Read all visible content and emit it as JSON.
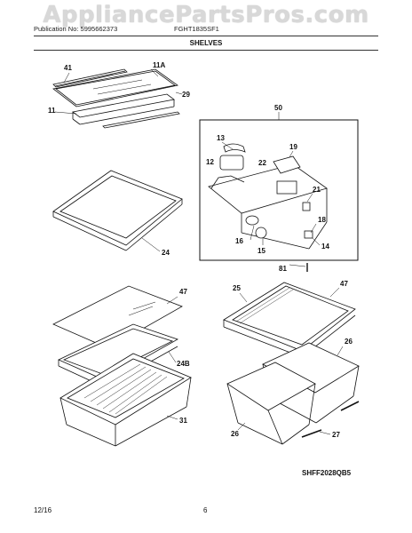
{
  "watermark": "AppliancePartsPros.com",
  "header": {
    "publication": "Publication No: 5995662373",
    "model": "FGHT1835SF1",
    "section": "SHELVES"
  },
  "callouts": [
    "41",
    "11A",
    "29",
    "11",
    "50",
    "13",
    "19",
    "12",
    "22",
    "21",
    "18",
    "16",
    "15",
    "14",
    "81",
    "24",
    "47",
    "25",
    "47",
    "24B",
    "26",
    "31",
    "26",
    "27"
  ],
  "figure_code": "SHFF2028QB5",
  "footer": {
    "date": "12/16",
    "page": "6"
  }
}
